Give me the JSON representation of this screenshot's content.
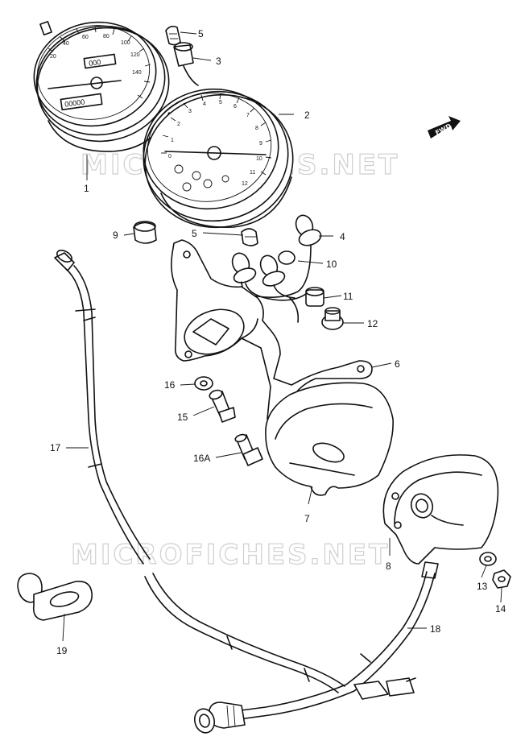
{
  "watermark": "MICROFICHES.NET",
  "direction_label": "FWD",
  "callouts": {
    "c1": "1",
    "c2": "2",
    "c3": "3",
    "c4": "4",
    "c5a": "5",
    "c5b": "5",
    "c6": "6",
    "c7": "7",
    "c8": "8",
    "c9": "9",
    "c10": "10",
    "c11": "11",
    "c12": "12",
    "c13": "13",
    "c14": "14",
    "c15": "15",
    "c16": "16",
    "c16a": "16A",
    "c17": "17",
    "c18": "18",
    "c19": "19"
  },
  "speedometer": {
    "scale": [
      "20",
      "40",
      "60",
      "80",
      "100",
      "120",
      "140"
    ],
    "odometer": "00000",
    "trip": "000"
  },
  "tachometer": {
    "scale": [
      "0",
      "1",
      "2",
      "3",
      "4",
      "5",
      "6",
      "7",
      "8",
      "9",
      "10",
      "11",
      "12"
    ]
  }
}
